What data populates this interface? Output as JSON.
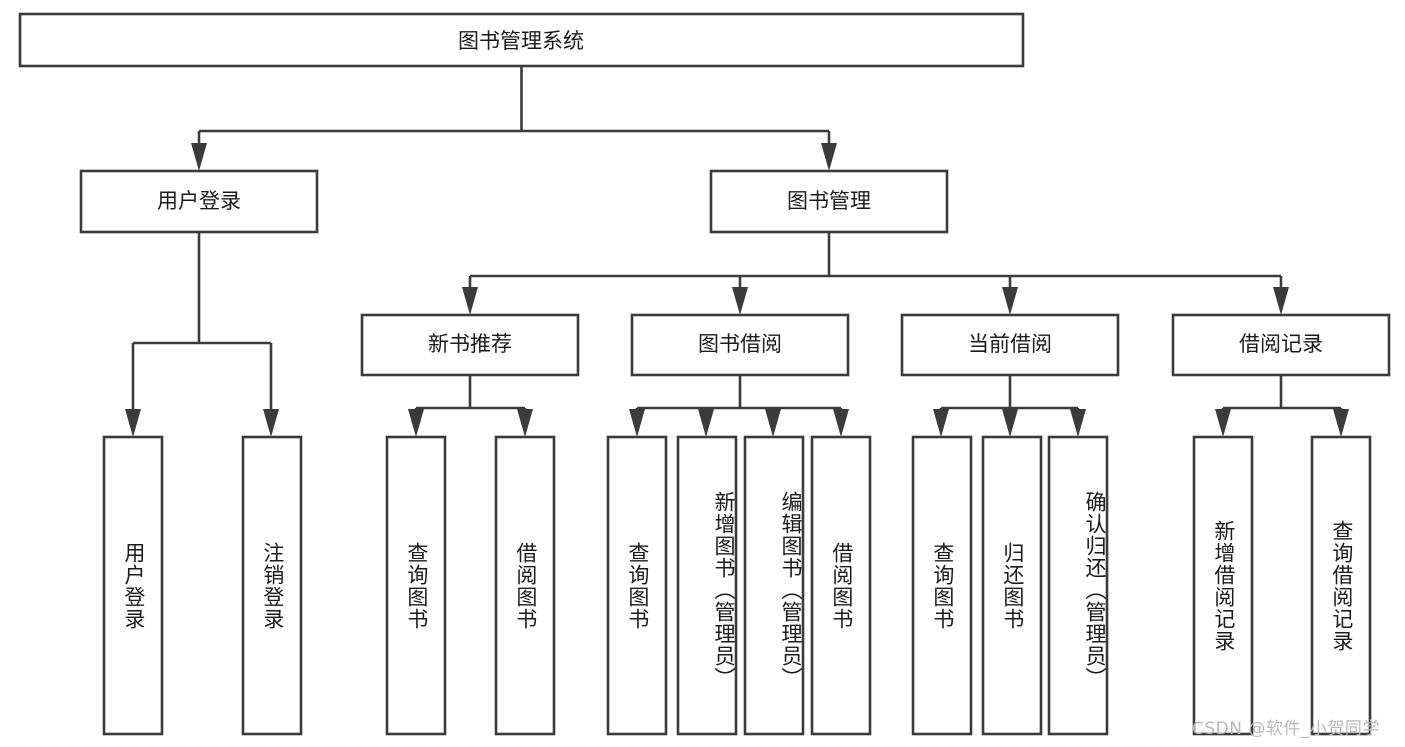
{
  "diagram": {
    "type": "tree",
    "title": "图书管理系统",
    "orientation": "top-down",
    "colors": {
      "stroke": "#3b3b3b",
      "box_fill": "#ffffff",
      "text": "#1b1b1b",
      "background": "#ffffff",
      "watermark": "#b9b9b9"
    },
    "root": {
      "label": "图书管理系统"
    },
    "level2": [
      {
        "label": "用户登录"
      },
      {
        "label": "图书管理"
      }
    ],
    "level3": [
      {
        "label": "新书推荐"
      },
      {
        "label": "图书借阅"
      },
      {
        "label": "当前借阅"
      },
      {
        "label": "借阅记录"
      }
    ],
    "leaves": {
      "user_login": [
        {
          "label": "用户登录"
        },
        {
          "label": "注销登录"
        }
      ],
      "new_book": [
        {
          "label": "查询图书"
        },
        {
          "label": "借阅图书"
        }
      ],
      "book_borrow": [
        {
          "label": "查询图书"
        },
        {
          "label": "新增图书（管理员）"
        },
        {
          "label": "编辑图书（管理员）"
        },
        {
          "label": "借阅图书"
        }
      ],
      "current_borrow": [
        {
          "label": "查询图书"
        },
        {
          "label": "归还图书"
        },
        {
          "label": "确认归还（管理员）"
        }
      ],
      "borrow_record": [
        {
          "label": "新增借阅记录"
        },
        {
          "label": "查询借阅记录"
        }
      ]
    }
  },
  "watermark": {
    "text": "CSDN @软件_小贺同学"
  }
}
